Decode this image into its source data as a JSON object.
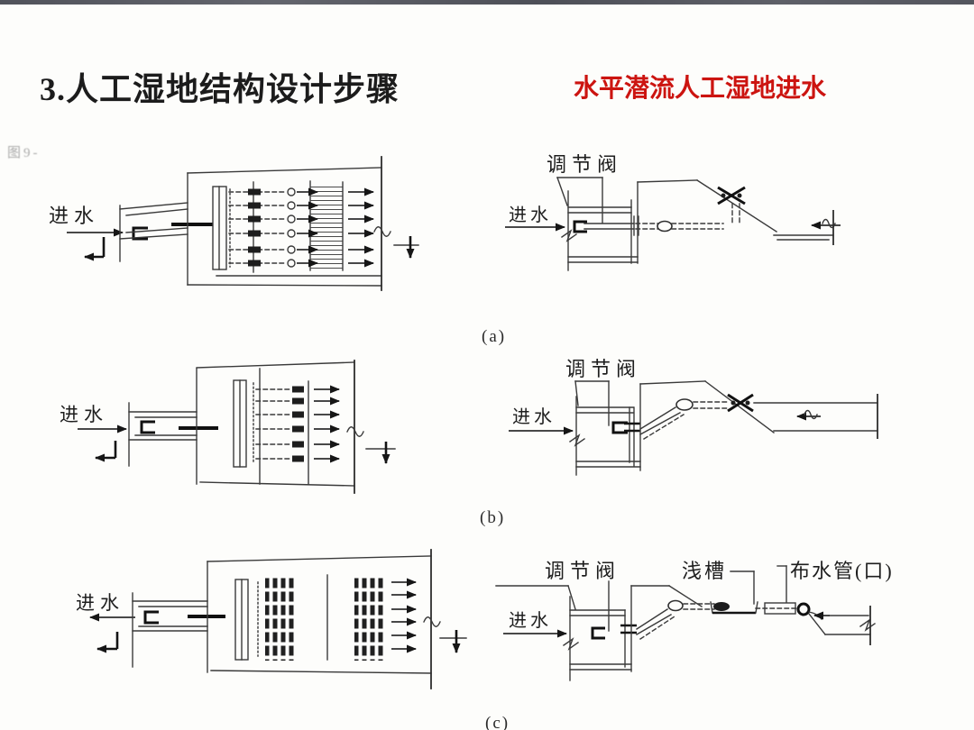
{
  "header": {
    "title": "3.人工湿地结构设计步骤",
    "subtitle": "水平潜流人工湿地进水"
  },
  "artifacts": {
    "corner_fragment": "图9-"
  },
  "labels": {
    "inlet": "进水",
    "valve": "调节阀",
    "shallow_trough": "浅槽",
    "distribution_pipe": "布水管(口)"
  },
  "captions": {
    "a": "(a)",
    "b": "(b)",
    "c": "(c)"
  },
  "colors": {
    "title_ink": "#1c1c1c",
    "subtitle_red": "#cc1410",
    "line_ink": "#3a3a3a"
  }
}
